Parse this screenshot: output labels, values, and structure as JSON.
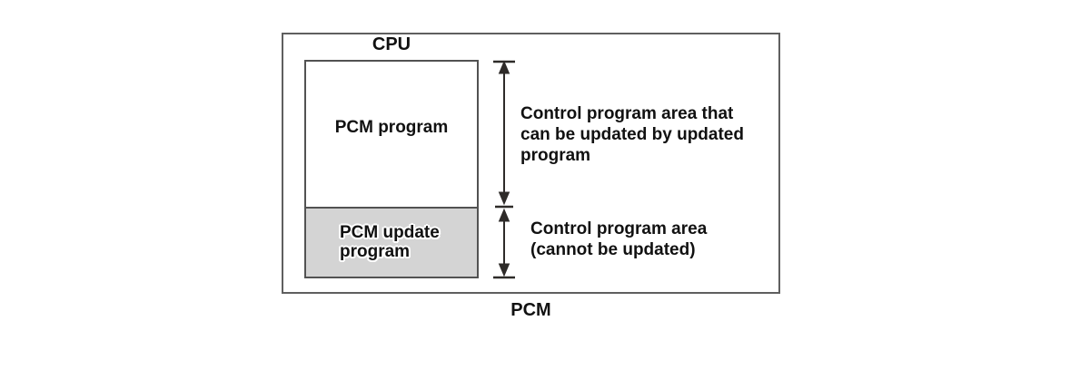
{
  "figure": {
    "inner_box_title": "CPU",
    "outer_box_title": "PCM",
    "regions": {
      "program": "PCM program",
      "update": "PCM update program"
    },
    "annotations": [
      {
        "lines": [
          "Control program area that",
          "can be updated by updated",
          "program"
        ]
      },
      {
        "lines": [
          "Control program area",
          "(cannot be updated)"
        ]
      }
    ],
    "colors": {
      "box_border": "#5f5f5f",
      "inner_border": "#525252",
      "update_region_fill": "#d4d4d4",
      "text": "#111111",
      "arrow": "#2e2b29"
    }
  }
}
